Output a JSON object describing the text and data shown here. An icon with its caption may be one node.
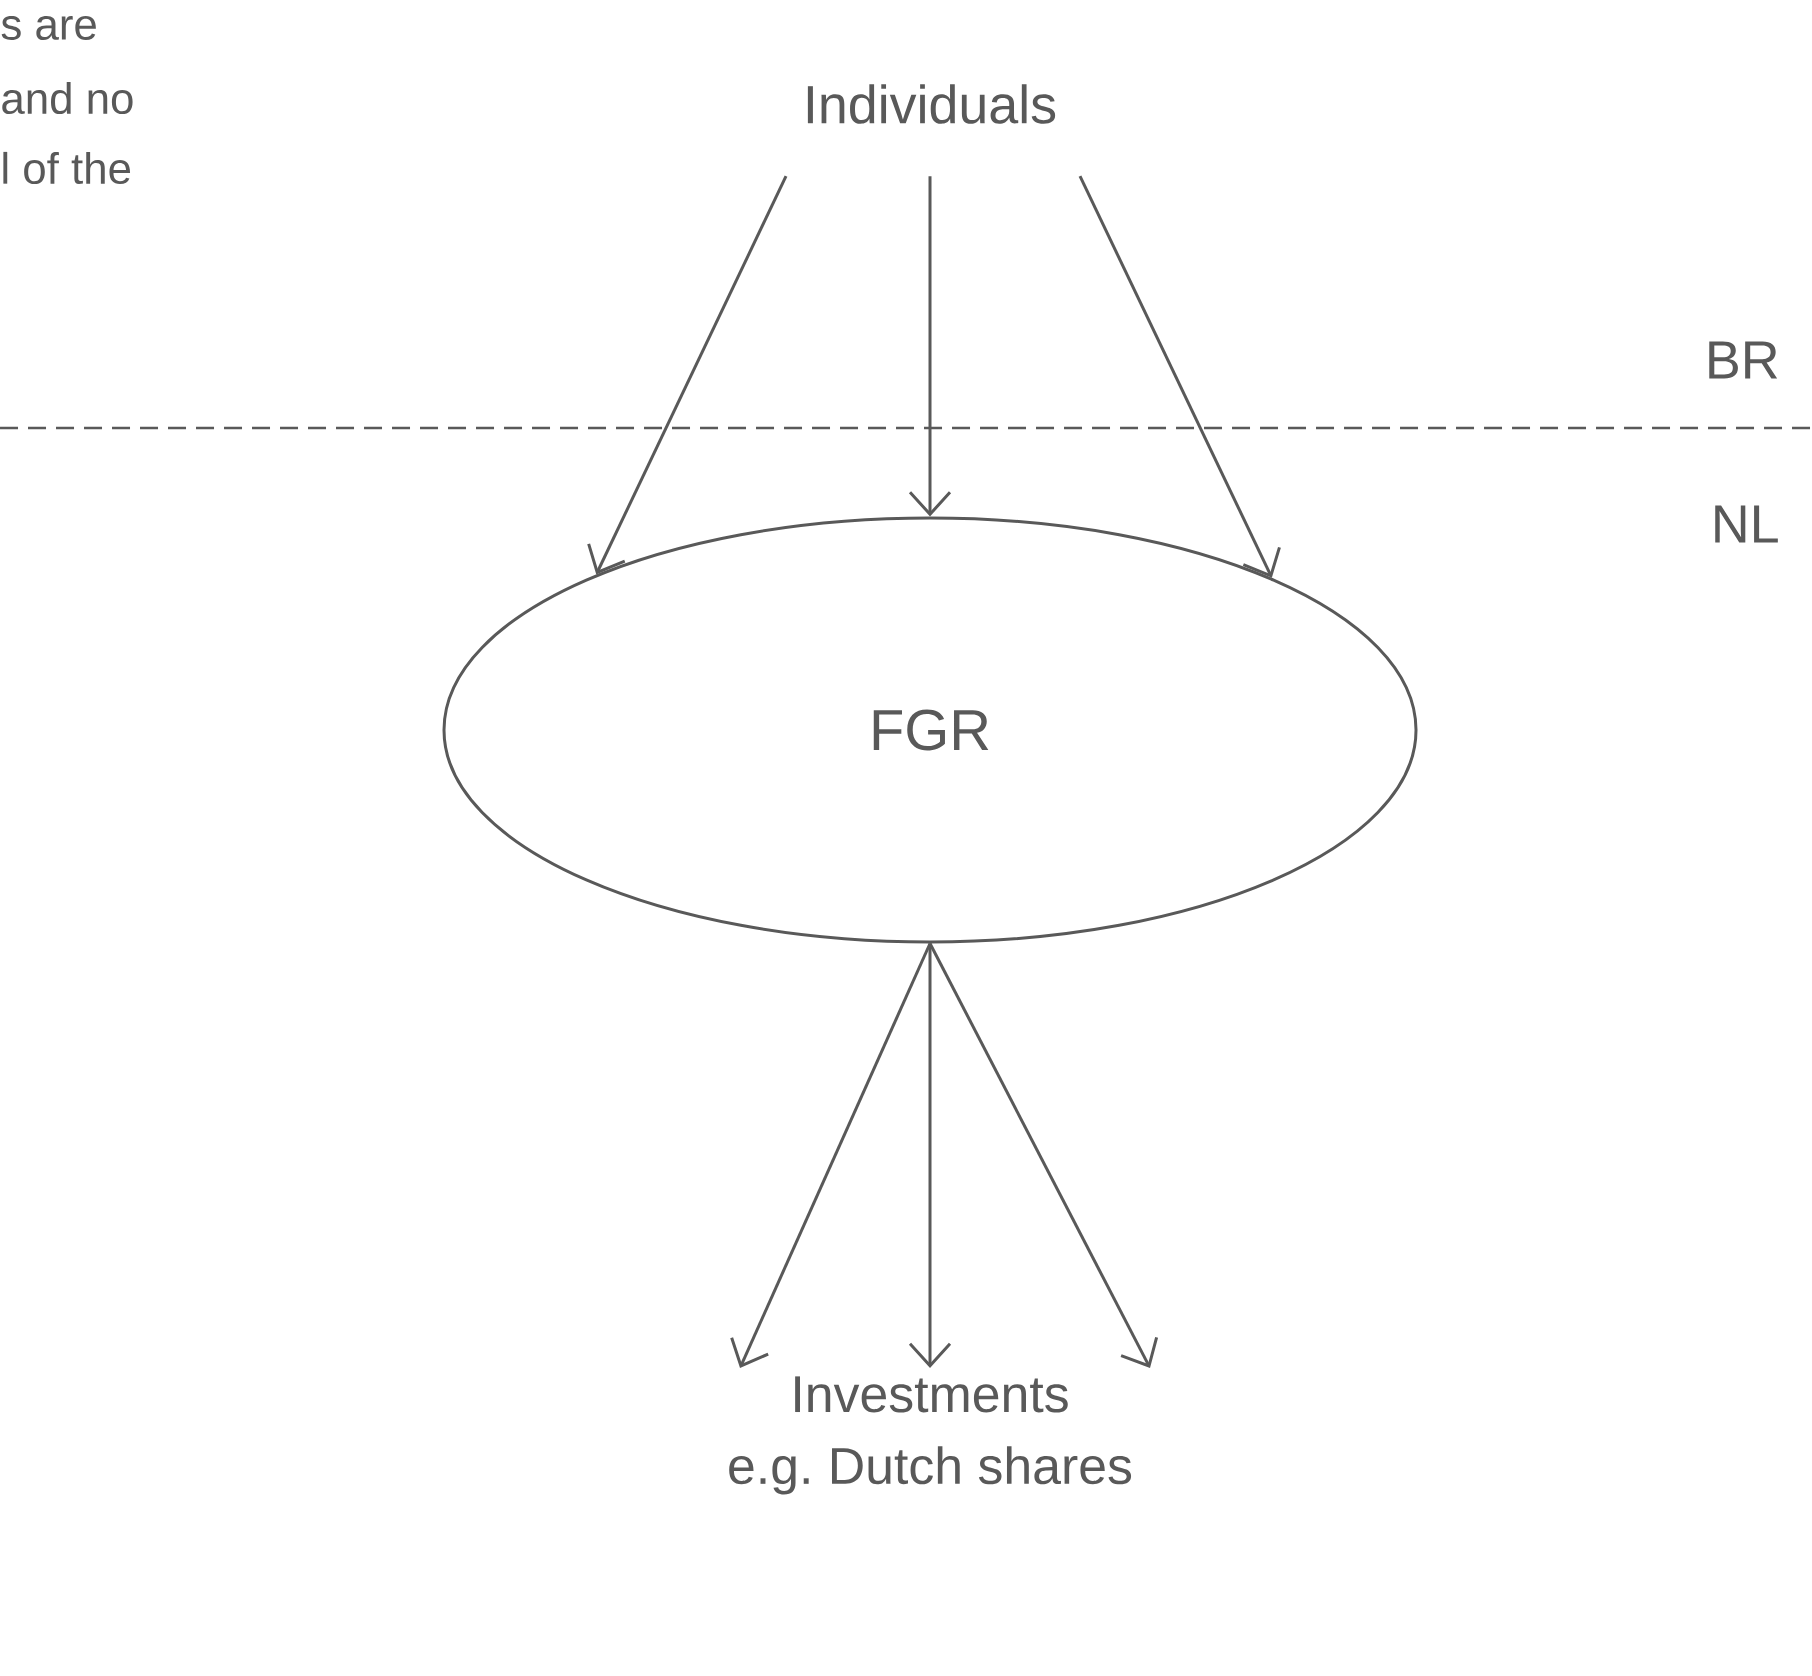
{
  "diagram": {
    "nodes": [
      {
        "text": [
          "Individuals"
        ]
      },
      {
        "text": [
          "FGR"
        ]
      },
      {
        "text": [
          "Investments",
          "e.g. Dutch shares"
        ]
      }
    ],
    "edges": [
      {
        "from": 0,
        "to": 1,
        "arrow": "to"
      },
      {
        "from": 0,
        "to": 1,
        "arrow": "to"
      },
      {
        "from": 0,
        "to": 1,
        "arrow": "to"
      },
      {
        "from": 1,
        "to": 2,
        "arrow": "to"
      },
      {
        "from": 1,
        "to": 2,
        "arrow": "to"
      },
      {
        "from": 1,
        "to": 2,
        "arrow": "to"
      }
    ],
    "labels": [
      "s are",
      "and no",
      "l of the",
      "BR",
      "NL"
    ]
  }
}
